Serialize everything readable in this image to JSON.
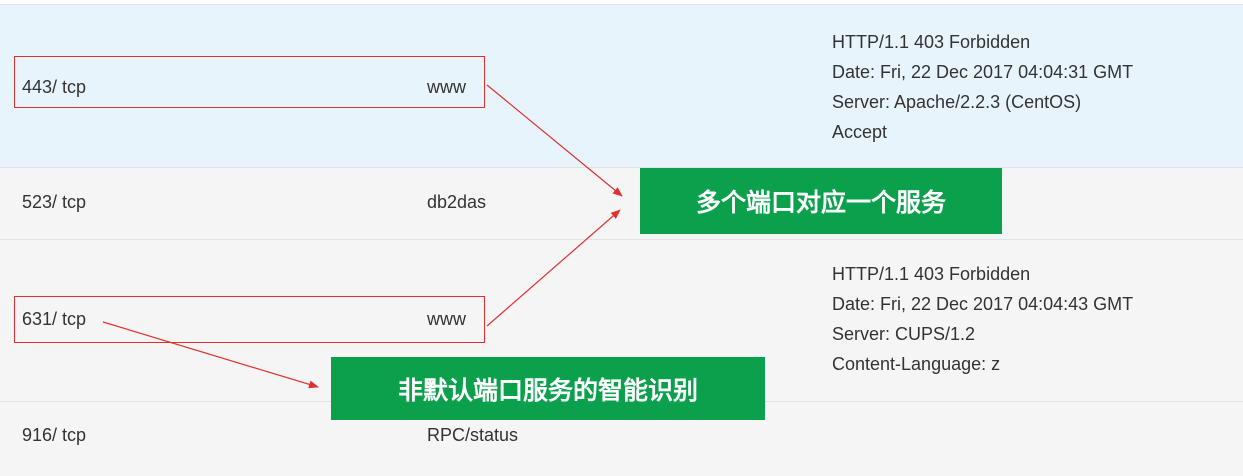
{
  "services_table": {
    "rows": [
      {
        "port": "443/ tcp",
        "service": "www",
        "banner": [
          "HTTP/1.1 403 Forbidden",
          "Date: Fri, 22 Dec 2017 04:04:31 GMT",
          "Server: Apache/2.2.3 (CentOS)",
          "Accept"
        ]
      },
      {
        "port": "523/ tcp",
        "service": "db2das",
        "banner": []
      },
      {
        "port": "631/ tcp",
        "service": "www",
        "banner": [
          "HTTP/1.1 403 Forbidden",
          "Date: Fri, 22 Dec 2017 04:04:43 GMT",
          "Server: CUPS/1.2",
          "Content-Language: z"
        ]
      },
      {
        "port": "916/ tcp",
        "service": "RPC/status",
        "banner": []
      }
    ]
  },
  "annotations": {
    "multi_port_label": "多个端口对应一个服务",
    "smart_detect_label": "非默认端口服务的智能识别"
  },
  "colors": {
    "highlight_row_bg": "#e8f4fb",
    "row_bg": "#f5f5f5",
    "annotation_red": "#e03030",
    "callout_green": "#0aa04c"
  }
}
